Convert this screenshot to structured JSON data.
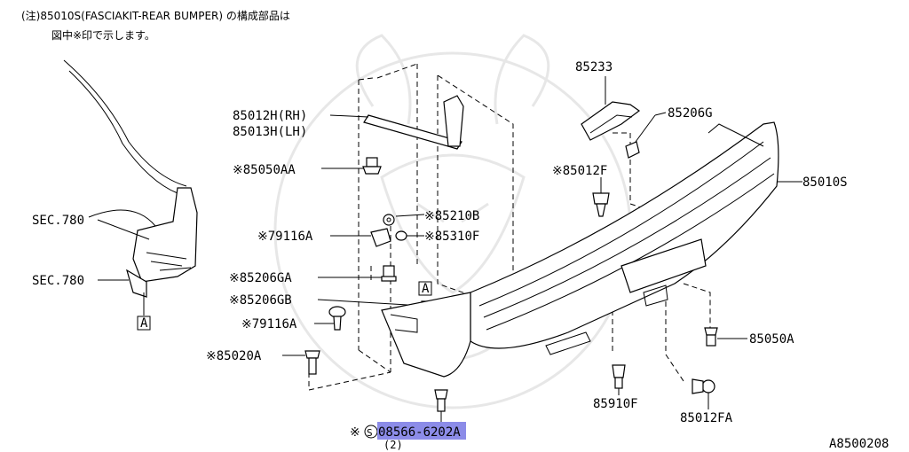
{
  "header": {
    "note_line1": "(注)85010S(FASCIAKIT-REAR BUMPER) の構成部品は",
    "note_line2": "図中※印で示します。"
  },
  "labels": {
    "sec780_top": "SEC.780",
    "sec780_bottom": "SEC.780",
    "ref_a_left": "A",
    "ref_a_center": "A",
    "p85012h": "85012H(RH)",
    "p85013h": "85013H(LH)",
    "p85050aa": "※85050AA",
    "p85210b": "※85210B",
    "p85310f": "※85310F",
    "p79116a_top": "※79116A",
    "p85206ga": "※85206GA",
    "p85206gb": "※85206GB",
    "p79116a_bottom": "※79116A",
    "p85020a": "※85020A",
    "p08566_prefix": "※",
    "p08566_circle": "S",
    "p08566_number": "08566-6202A",
    "p08566_qty": "(2)",
    "p85233": "85233",
    "p85206g": "85206G",
    "p85012f": "※85012F",
    "p85010s": "85010S",
    "p85050a": "85050A",
    "p85910f": "85910F",
    "p85012fa": "85012FA"
  },
  "footer": {
    "diagram_id": "A8500208"
  },
  "colors": {
    "highlight": "#8c8ce8",
    "line": "#000000",
    "watermark": "#e7e7e7"
  }
}
